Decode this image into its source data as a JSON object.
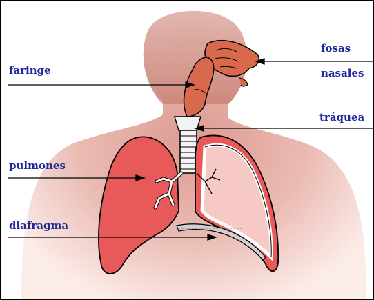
{
  "labels": {
    "faringe": "faringe",
    "fosas_line1": "fosas",
    "fosas_line2": "nasales",
    "traquea": "tráquea",
    "pulmones": "pulmones",
    "diafragma": "diafragma"
  },
  "colors": {
    "label_text": "#1f2a9a",
    "body_shade": "#e6a99e",
    "lung": "#e85a5a",
    "airway": "#d9694c",
    "outline": "#000000"
  }
}
